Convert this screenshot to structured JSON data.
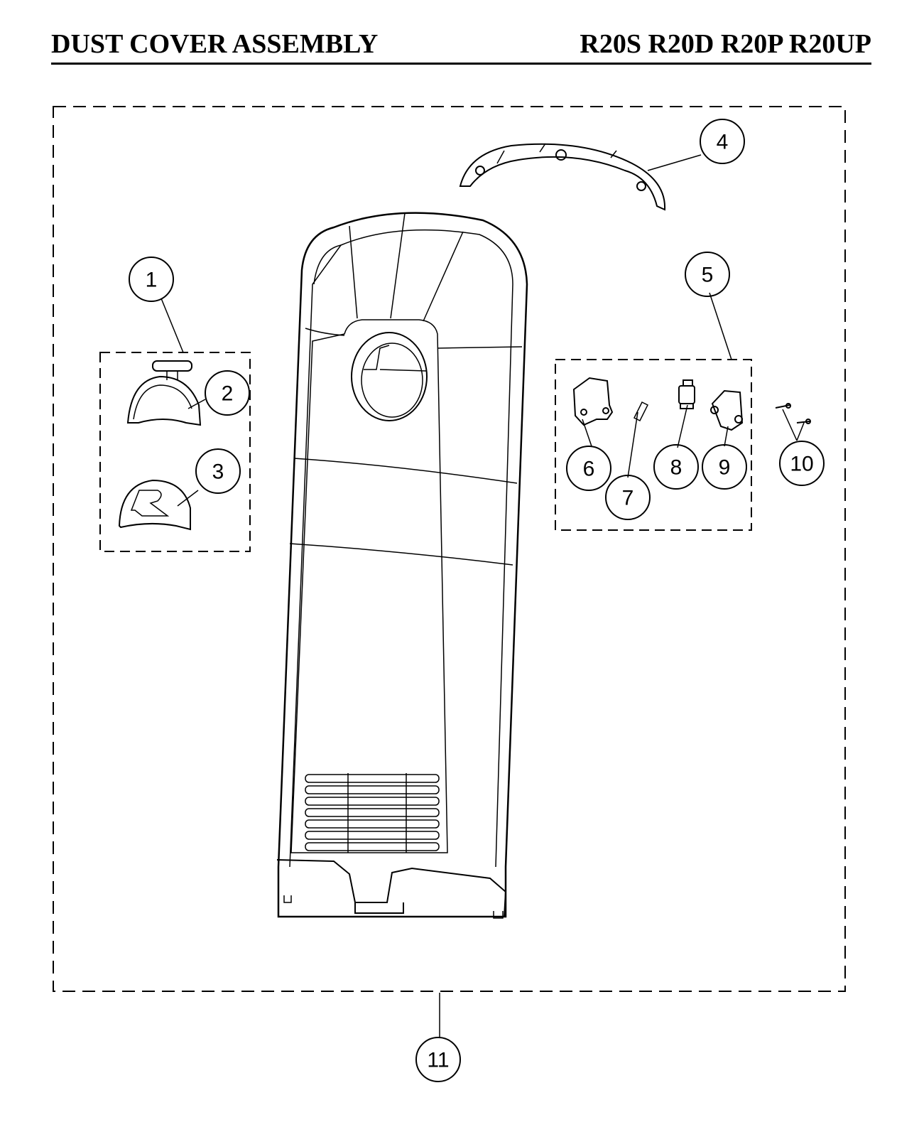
{
  "header": {
    "title": "DUST COVER ASSEMBLY",
    "models": "R20S R20D R20P R20UP"
  },
  "callouts": [
    "1",
    "2",
    "3",
    "4",
    "5",
    "6",
    "7",
    "8",
    "9",
    "10",
    "11"
  ],
  "colors": {
    "line": "#000000",
    "background": "#ffffff"
  }
}
